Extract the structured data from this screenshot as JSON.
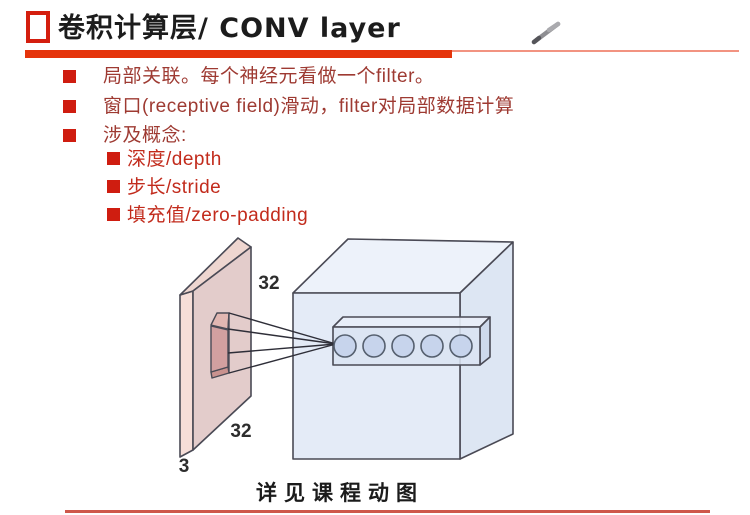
{
  "slide": {
    "title": "卷积计算层/ CONV layer",
    "caption": "详见课程动图"
  },
  "bullets": {
    "items": [
      {
        "label": "局部关联。每个神经元看做一个filter。"
      },
      {
        "label": "窗口(receptive field)滑动，filter对局部数据计算"
      },
      {
        "label": "涉及概念:"
      }
    ],
    "sub_items": [
      {
        "label": "深度/depth"
      },
      {
        "label": "步长/stride"
      },
      {
        "label": "填充值/zero-padding"
      }
    ]
  },
  "diagram": {
    "description": "input volume slab connected by receptive-field fan lines to a row of neurons inside an output volume cube",
    "neuron_count": 5,
    "labels": {
      "input_height": "32",
      "input_width": "32",
      "input_depth": "3"
    }
  },
  "colors": {
    "accent_bar": "#e5340b",
    "accent_bar_light": "#f29381",
    "bullet_square": "#cf1d10",
    "bullet_text": "#9e3a32",
    "sub_bullet_text": "#c22b1c",
    "title_text": "#1c1c1c",
    "bottom_rule": "#c5392a",
    "slab_front": "#e3cccb",
    "slab_side": "#f6ded8",
    "slab_top": "#eed6d0",
    "receptive_front": "#d2a0a0",
    "cube_front": "#e4ebf7",
    "cube_top": "#edf2fa",
    "cube_side": "#dde6f3",
    "bar_front": "#dbe4f3",
    "neuron_fill": "#c7d4ec",
    "outline": "#4a4a55"
  }
}
